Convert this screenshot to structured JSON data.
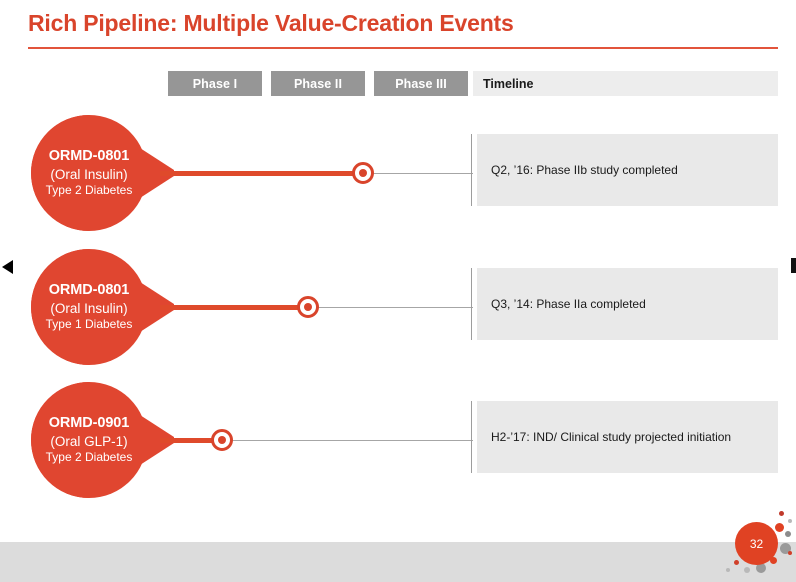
{
  "slide": {
    "title": "Rich Pipeline: Multiple Value-Creation Events",
    "page_number": "32",
    "accent_color": "#D9442B",
    "marker_color": "#D9442B",
    "phase_bar_color": "#969696",
    "timeline_box_color": "#E9E9E9",
    "footer_color": "#DCDCDC"
  },
  "headers": {
    "phases": [
      {
        "label": "Phase I"
      },
      {
        "label": "Phase II"
      },
      {
        "label": "Phase III"
      }
    ],
    "timeline_label": "Timeline"
  },
  "pipeline": {
    "rows": [
      {
        "name": "ORMD-0801",
        "sub": "(Oral Insulin)",
        "indication": "Type 2 Diabetes",
        "milestone": "Q2, ’16: Phase IIb study completed"
      },
      {
        "name": "ORMD-0801",
        "sub": "(Oral Insulin)",
        "indication": "Type 1 Diabetes",
        "milestone": "Q3, ’14: Phase IIa completed"
      },
      {
        "name": "ORMD-0901",
        "sub": "(Oral GLP-1)",
        "indication": "Type 2 Diabetes",
        "milestone": "H2-’17: IND/ Clinical study projected initiation"
      }
    ]
  },
  "nav": {
    "prev_icon": "triangle-left-icon",
    "next_icon": "triangle-right-icon"
  }
}
